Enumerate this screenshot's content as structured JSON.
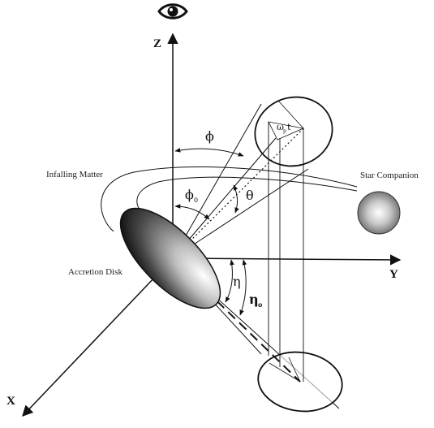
{
  "axes": {
    "x": "X",
    "y": "Y",
    "z": "Z"
  },
  "labels": {
    "infalling_matter": "Infalling Matter",
    "star_companion": "Star Companion",
    "accretion_disk": "Accretion Disk"
  },
  "symbols": {
    "phi": "ϕ",
    "phi0": "ϕ",
    "phi0_sub": "0",
    "theta": "θ",
    "eta": "η",
    "eta0": "η",
    "eta0_sub": "o",
    "omega_t": "ω",
    "omega_sub": "p",
    "omega_t_suffix": "t"
  },
  "icons": {
    "observer": "eye-icon"
  },
  "colors": {
    "stroke": "#111111",
    "disk_dark": "#1a1a1a",
    "disk_light": "#f2f2f2"
  }
}
